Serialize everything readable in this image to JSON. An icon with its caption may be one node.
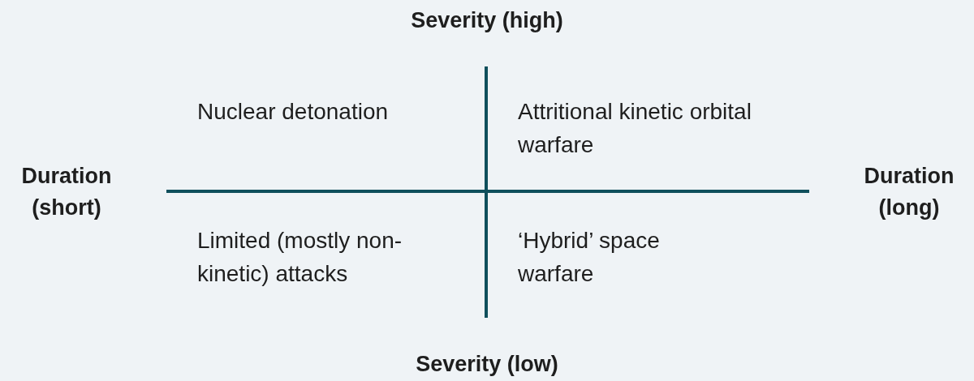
{
  "diagram": {
    "labels": [
      "Severity (high)",
      "Nuclear detonation",
      "Attritional kinetic orbital warfare",
      "Duration (short)",
      "Duration (long)",
      "Limited (mostly non-kinetic) attacks",
      "‘Hybrid’ space warfare",
      "Severity (low)"
    ]
  }
}
